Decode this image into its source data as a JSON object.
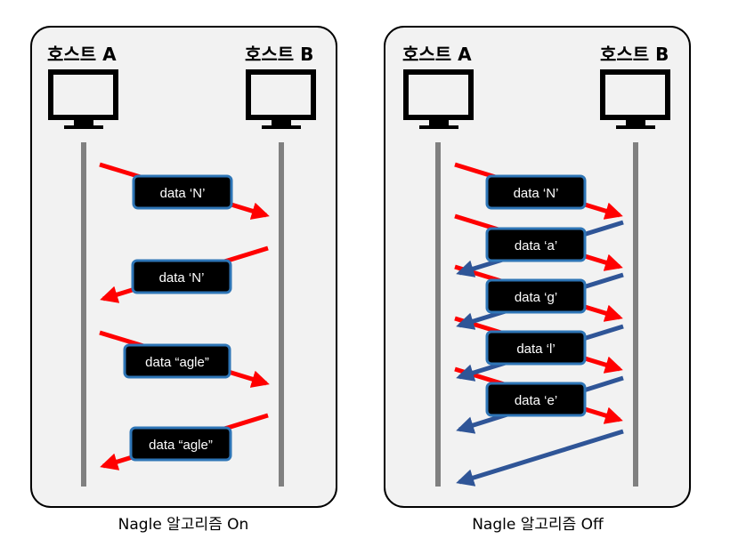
{
  "panels": [
    {
      "host_a": "호스트 A",
      "host_b": "호스트 B",
      "caption": "Nagle 알고리즘 On",
      "messages": [
        {
          "label": "data ‘N’",
          "direction": "a-to-b",
          "color": "#ff0000"
        },
        {
          "label": "data ‘N’",
          "direction": "b-to-a",
          "color": "#ff0000"
        },
        {
          "label": "data “agle”",
          "direction": "a-to-b",
          "color": "#ff0000"
        },
        {
          "label": "data “agle”",
          "direction": "b-to-a",
          "color": "#ff0000"
        }
      ]
    },
    {
      "host_a": "호스트 A",
      "host_b": "호스트 B",
      "caption": "Nagle 알고리즘 Off",
      "messages": [
        {
          "label": "data ‘N’",
          "direction": "a-to-b",
          "color": "#ff0000"
        },
        {
          "label": "data ‘a’",
          "direction": "a-to-b",
          "color": "#ff0000"
        },
        {
          "label": "data ‘g’",
          "direction": "a-to-b",
          "color": "#ff0000"
        },
        {
          "label": "data ‘l’",
          "direction": "a-to-b",
          "color": "#ff0000"
        },
        {
          "label": "data ‘e’",
          "direction": "a-to-b",
          "color": "#ff0000"
        }
      ],
      "acks": {
        "count": 5,
        "direction": "b-to-a",
        "color": "#2f5597"
      }
    }
  ],
  "colors": {
    "panel_bg": "#f2f2f2",
    "panel_border": "#000000",
    "lifeline": "#808080",
    "box_fill": "#000000",
    "box_border": "#2e75b6",
    "monitor": "#000000"
  }
}
